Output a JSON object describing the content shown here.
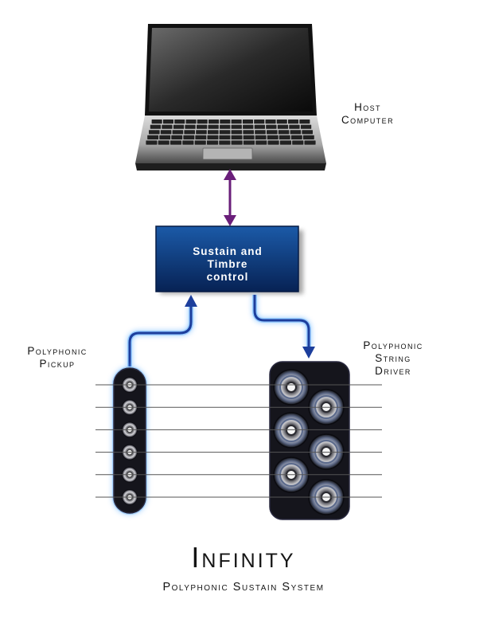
{
  "labels": {
    "host": [
      "Host",
      "Computer"
    ],
    "pickup": [
      "Polyphonic",
      "Pickup"
    ],
    "driver": [
      "Polyphonic",
      "String",
      "Driver"
    ],
    "control_box": [
      "Sustain and",
      "Timbre",
      "control"
    ]
  },
  "footer": {
    "title": "Infinity",
    "subtitle": "Polyphonic Sustain System"
  },
  "colors": {
    "control_box": "#0c3a7a",
    "connector": "#1c3e9c",
    "arrow": "#6a1f7a",
    "glow": "#6fb7ff",
    "pickup_body": "#15151c",
    "string": "#555555"
  },
  "icons": {
    "computer": "laptop-icon",
    "pickup_pole": "pole-piece-icon",
    "driver_coil": "coil-icon"
  },
  "counts": {
    "strings": 6,
    "pickup_poles": 6,
    "driver_coils": 6
  }
}
